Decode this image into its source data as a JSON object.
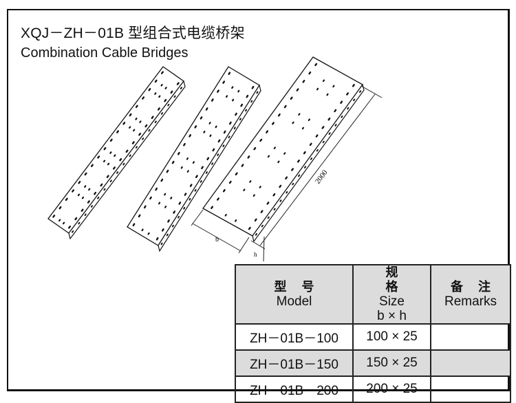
{
  "title": "XQJ－ZH－01B 型组合式电缆桥架",
  "subtitle": "Combination Cable Bridges",
  "drawing": {
    "length_label": "2000",
    "width_label": "b",
    "height_label": "h"
  },
  "table": {
    "headers": [
      {
        "cn": "型号",
        "en": "Model"
      },
      {
        "cn": "规格",
        "en": "Size",
        "sub": "b × h"
      },
      {
        "cn": "备注",
        "en": "Remarks"
      }
    ],
    "rows": [
      {
        "model": "ZH－01B－100",
        "size": "100 × 25",
        "remarks": ""
      },
      {
        "model": "ZH－01B－150",
        "size": "150 × 25",
        "remarks": ""
      },
      {
        "model": "ZH－01B－200",
        "size": "200 × 25",
        "remarks": ""
      }
    ]
  }
}
